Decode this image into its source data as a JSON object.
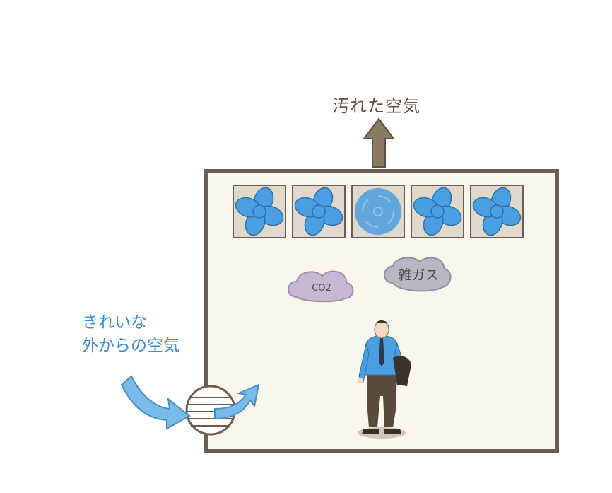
{
  "labels": {
    "dirty_air": "汚れた空気",
    "clean_air_line1": "きれいな",
    "clean_air_line2": "外からの空気",
    "co2": "CO2",
    "misc_gas": "雑ガス"
  },
  "fans": {
    "count": 5,
    "highlighted_index": 2
  },
  "colors": {
    "room_fill": "#f8f7ee",
    "room_border": "#6b5e50",
    "fan_blade": "#4a9ee2",
    "fan_frame": "#e0d9cb",
    "arrow_up": "#8a7a66",
    "arrow_in": "#79bbe8",
    "co2_cloud": "#c8b8d4",
    "gas_cloud": "#b8b8c4",
    "label_dark": "#5c5044",
    "label_blue": "#3a8fd6"
  }
}
